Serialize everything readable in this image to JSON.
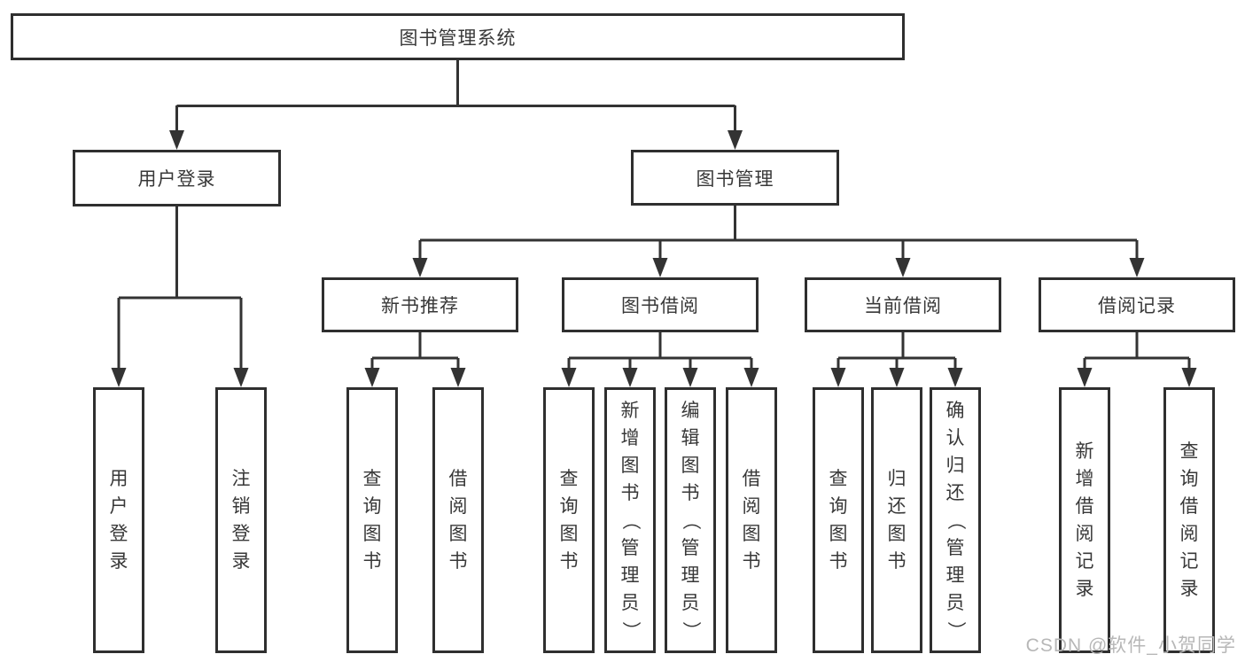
{
  "root": {
    "label": "图书管理系统"
  },
  "branches": [
    {
      "label": "用户登录",
      "children": [
        {
          "label": "用户登录"
        },
        {
          "label": "注销登录"
        }
      ]
    },
    {
      "label": "图书管理",
      "children": [
        {
          "label": "新书推荐",
          "children": [
            {
              "label": "查询图书"
            },
            {
              "label": "借阅图书"
            }
          ]
        },
        {
          "label": "图书借阅",
          "children": [
            {
              "label": "查询图书"
            },
            {
              "label": "新增图书（管理员）"
            },
            {
              "label": "编辑图书（管理员）"
            },
            {
              "label": "借阅图书"
            }
          ]
        },
        {
          "label": "当前借阅",
          "children": [
            {
              "label": "查询图书"
            },
            {
              "label": "归还图书"
            },
            {
              "label": "确认归还（管理员）"
            }
          ]
        },
        {
          "label": "借阅记录",
          "children": [
            {
              "label": "新增借阅记录"
            },
            {
              "label": "查询借阅记录"
            }
          ]
        }
      ]
    }
  ],
  "watermark": "CSDN @软件_小贺同学",
  "colors": {
    "line": "#333333",
    "box_border": "#2f2f2f",
    "box_bg": "#ffffff",
    "text": "#383838",
    "watermark": "#b7b7b7"
  }
}
